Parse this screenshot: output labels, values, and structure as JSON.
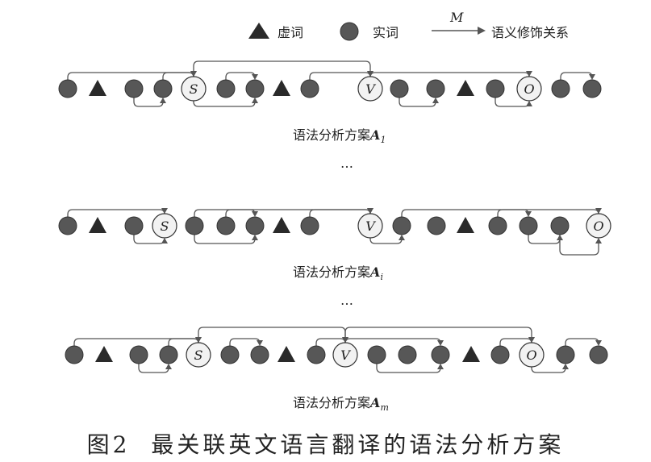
{
  "legend": {
    "function_word": "虚词",
    "content_word": "实词",
    "arrow_mark": "M",
    "relation": "语义修饰关系"
  },
  "schemes": [
    {
      "label": "语法分析方案",
      "symbol": "A",
      "subscript": "1",
      "nodes": [
        "content",
        "function",
        "content",
        "content",
        "S",
        "content",
        "content",
        "function",
        "content",
        "V",
        "content",
        "content",
        "function",
        "content",
        "O",
        "content",
        "content"
      ],
      "arcs": [
        {
          "from": 0,
          "to": 4,
          "side": "top",
          "level": 1
        },
        {
          "from": 3,
          "to": 4,
          "side": "top",
          "level": 1
        },
        {
          "from": 2,
          "to": 3,
          "side": "bottom",
          "level": 1
        },
        {
          "from": 4,
          "to": 9,
          "side": "top",
          "level": 2
        },
        {
          "from": 5,
          "to": 6,
          "side": "top",
          "level": 1
        },
        {
          "from": 4,
          "to": 6,
          "side": "bottom",
          "level": 1
        },
        {
          "from": 8,
          "to": 9,
          "side": "top",
          "level": 1
        },
        {
          "from": 9,
          "to": 14,
          "side": "top",
          "level": 1
        },
        {
          "from": 10,
          "to": 11,
          "side": "bottom",
          "level": 1
        },
        {
          "from": 13,
          "to": 14,
          "side": "bottom",
          "level": 1
        },
        {
          "from": 15,
          "to": 16,
          "side": "top",
          "level": 1
        }
      ]
    },
    {
      "label": "语法分析方案",
      "symbol": "A",
      "subscript": "i",
      "nodes": [
        "content",
        "function",
        "content",
        "S",
        "content",
        "content",
        "content",
        "function",
        "content",
        "V",
        "content",
        "content",
        "function",
        "content",
        "content",
        "content",
        "O"
      ],
      "arcs": [
        {
          "from": 0,
          "to": 3,
          "side": "top",
          "level": 1
        },
        {
          "from": 2,
          "to": 3,
          "side": "bottom",
          "level": 1
        },
        {
          "from": 4,
          "to": 9,
          "side": "top",
          "level": 1
        },
        {
          "from": 5,
          "to": 6,
          "side": "top",
          "level": 1
        },
        {
          "from": 4,
          "to": 6,
          "side": "bottom",
          "level": 1
        },
        {
          "from": 8,
          "to": 9,
          "side": "top",
          "level": 1
        },
        {
          "from": 9,
          "to": 10,
          "side": "bottom",
          "level": 1
        },
        {
          "from": 10,
          "to": 16,
          "side": "top",
          "level": 1
        },
        {
          "from": 13,
          "to": 14,
          "side": "top",
          "level": 1
        },
        {
          "from": 14,
          "to": 15,
          "side": "bottom",
          "level": 1
        },
        {
          "from": 15,
          "to": 16,
          "side": "bottom",
          "level": 2
        }
      ]
    },
    {
      "label": "语法分析方案",
      "symbol": "A",
      "subscript": "m",
      "nodes": [
        "content",
        "function",
        "content",
        "content",
        "S",
        "content",
        "content",
        "function",
        "content",
        "V",
        "content",
        "content",
        "content",
        "function",
        "content",
        "O",
        "content",
        "content"
      ],
      "arcs": [
        {
          "from": 0,
          "to": 4,
          "side": "top",
          "level": 1
        },
        {
          "from": 3,
          "to": 4,
          "side": "top",
          "level": 1
        },
        {
          "from": 2,
          "to": 3,
          "side": "bottom",
          "level": 1
        },
        {
          "from": 4,
          "to": 9,
          "side": "top",
          "level": 2
        },
        {
          "from": 5,
          "to": 6,
          "side": "top",
          "level": 1
        },
        {
          "from": 9,
          "to": 12,
          "side": "top",
          "level": 1
        },
        {
          "from": 8,
          "to": 9,
          "side": "top",
          "level": 1
        },
        {
          "from": 10,
          "to": 12,
          "side": "bottom",
          "level": 1
        },
        {
          "from": 9,
          "to": 15,
          "side": "top",
          "level": 2
        },
        {
          "from": 14,
          "to": 15,
          "side": "top",
          "level": 1
        },
        {
          "from": 15,
          "to": 16,
          "side": "bottom",
          "level": 1
        },
        {
          "from": 16,
          "to": 17,
          "side": "top",
          "level": 1
        }
      ]
    }
  ],
  "ellipsis": "…",
  "caption": {
    "figure": "图2",
    "title": "最关联英文语言翻译的语法分析方案"
  },
  "colors": {
    "node_fill": "#575757",
    "line": "#555555",
    "special_fill": "#f2f2f2"
  }
}
